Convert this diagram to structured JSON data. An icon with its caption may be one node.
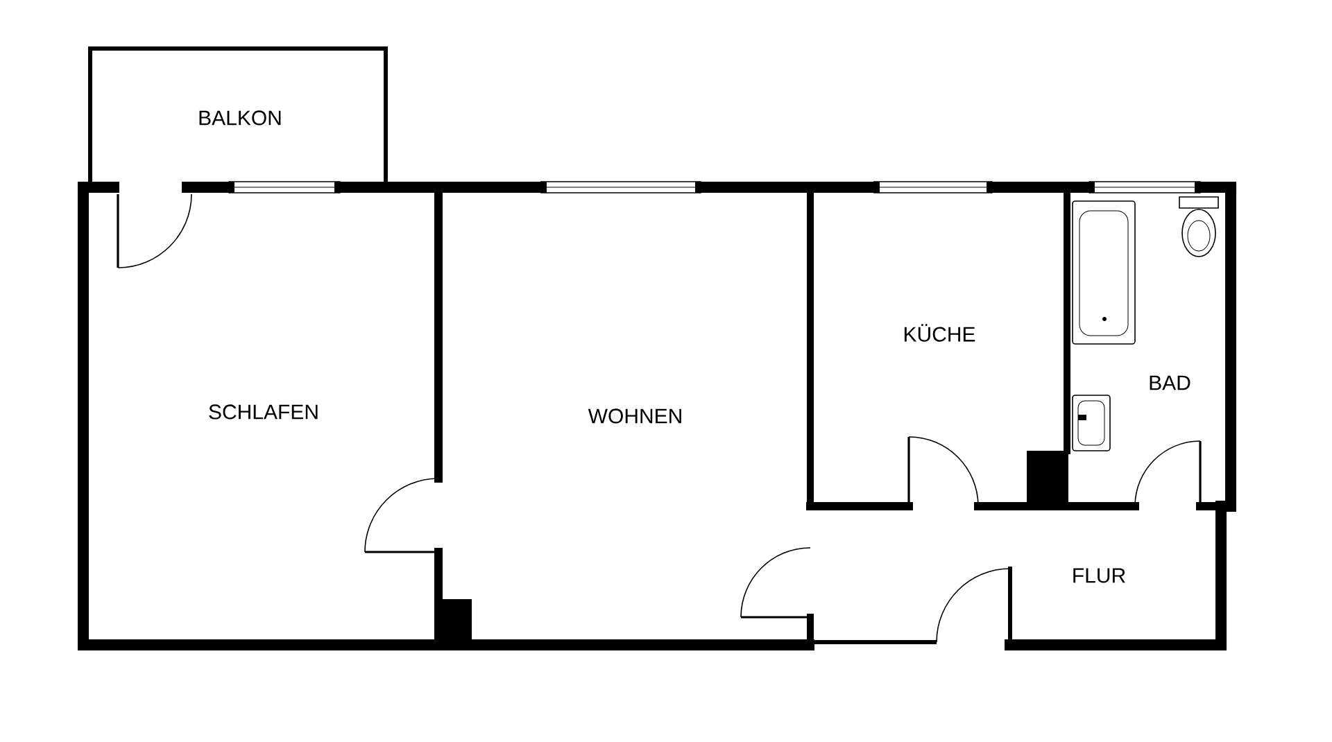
{
  "diagram": {
    "labels": [
      "BALKON",
      "KÜCHE",
      "BAD",
      "SCHLAFEN",
      "WOHNEN",
      "FLUR"
    ]
  }
}
